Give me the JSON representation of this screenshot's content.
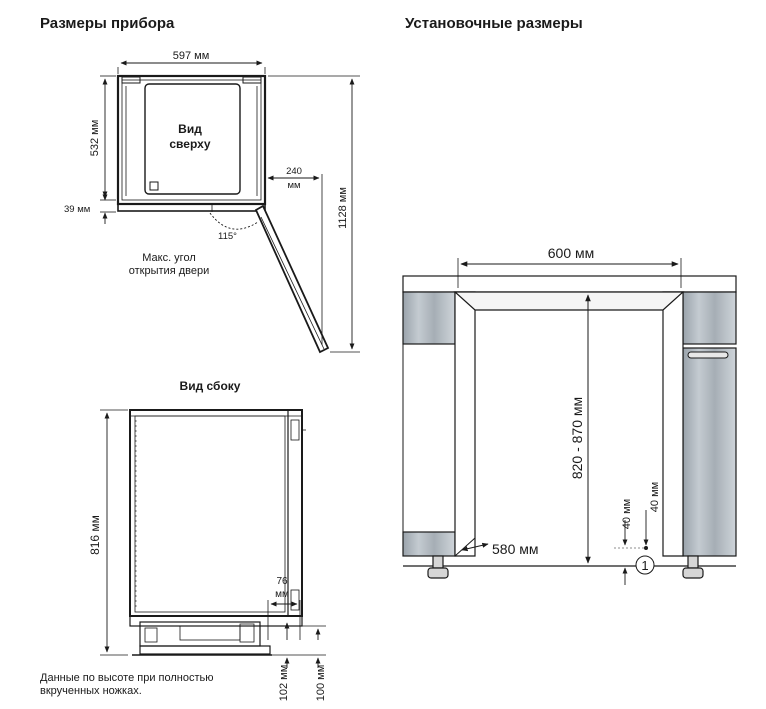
{
  "headings": {
    "device_dimensions": "Размеры прибора",
    "installation_dimensions": "Установочные размеры"
  },
  "top_view": {
    "label_line1": "Вид",
    "label_line2": "сверху",
    "width": "597 мм",
    "depth": "532 мм",
    "door_depth": "39 мм",
    "door_clearance_line1": "240",
    "door_clearance_line2": "мм",
    "open_depth": "1128 мм",
    "angle": "115°",
    "max_angle_line1": "Макс. угол",
    "max_angle_line2": "открытия двери"
  },
  "side_view": {
    "label": "Вид сбоку",
    "height": "816 мм",
    "recess_line1": "76",
    "recess_line2": "мм",
    "feet_height_1": "102 мм",
    "feet_height_2": "100 мм"
  },
  "installation": {
    "niche_width": "600 мм",
    "niche_height": "820 - 870 мм",
    "niche_depth": "580 мм",
    "vent_1": "40 мм",
    "vent_2": "40 мм",
    "marker": "1"
  },
  "footnote": "Данные по высоте при полностью вкрученных ножках."
}
